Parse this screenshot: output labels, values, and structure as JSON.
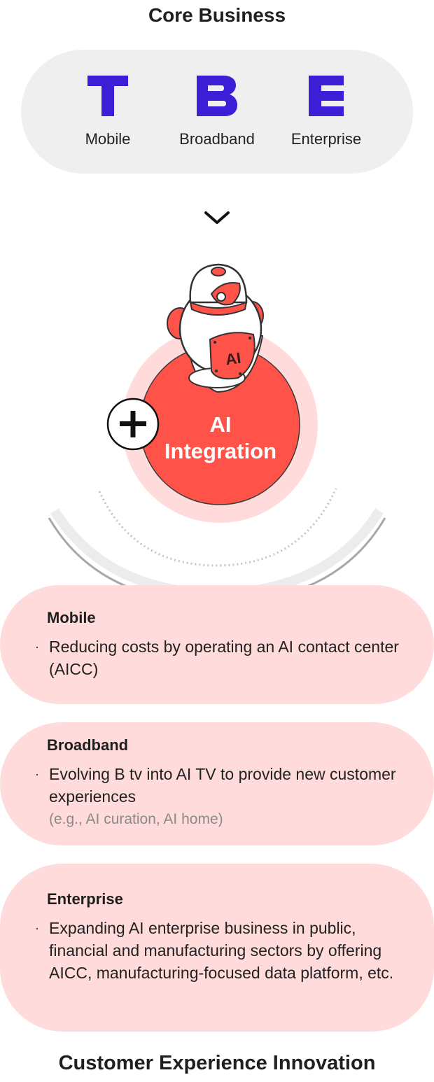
{
  "core_business": {
    "title": "Core Business",
    "items": [
      {
        "icon": "letter-t-logo-icon",
        "label": "Mobile"
      },
      {
        "icon": "letter-b-logo-icon",
        "label": "Broadband"
      },
      {
        "icon": "letter-e-logo-icon",
        "label": "Enterprise"
      }
    ]
  },
  "center": {
    "line1": "AI",
    "line2": "Integration",
    "robot_badge": "AI"
  },
  "cards": [
    {
      "title": "Mobile",
      "bullet": "Reducing costs by operating an AI contact center (AICC)",
      "note": ""
    },
    {
      "title": "Broadband",
      "bullet": "Evolving B tv into AI TV to provide new customer experiences",
      "note": "(e.g., AI curation, AI home)"
    },
    {
      "title": "Enterprise",
      "bullet": "Expanding AI enterprise business in public, financial and manufacturing sectors by offering AICC, manufacturing-focused data platform, etc.",
      "note": ""
    }
  ],
  "bottom_title": "Customer Experience Innovation",
  "colors": {
    "brand_blue": "#3a1fd6",
    "accent_red": "#ff5349",
    "light_pink": "#ffdcdb",
    "pill_gray": "#efefef"
  }
}
